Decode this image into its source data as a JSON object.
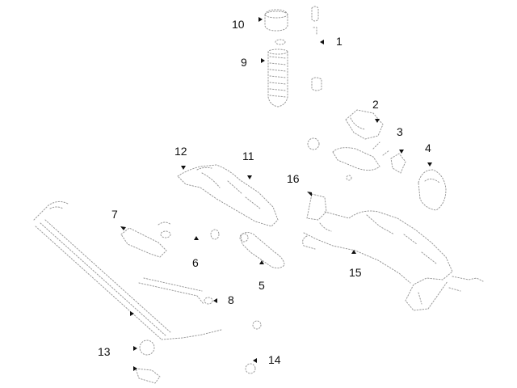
{
  "callouts": [
    "1",
    "2",
    "3",
    "4",
    "5",
    "6",
    "7",
    "8",
    "9",
    "10",
    "11",
    "12",
    "13",
    "14",
    "15",
    "16"
  ],
  "colors": {
    "linework": "#9a9a9a",
    "pointer": "#111111",
    "text": "#111111"
  }
}
